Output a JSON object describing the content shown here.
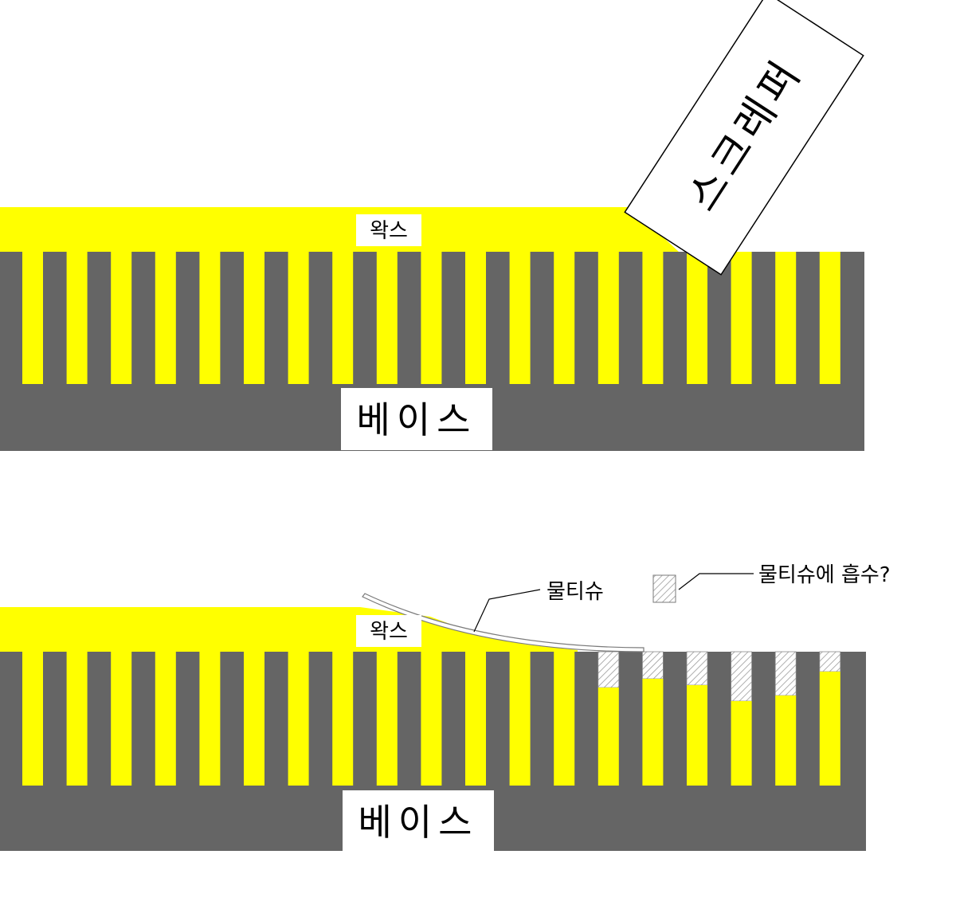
{
  "colors": {
    "wax": "#ffff00",
    "base": "#656565",
    "label_bg": "#ffffff",
    "outline": "#000000"
  },
  "top_panel": {
    "wax_label": "왁스",
    "base_label": "베이스",
    "scraper_label": "스크레퍼"
  },
  "bottom_panel": {
    "wax_label": "왁스",
    "base_label": "베이스",
    "tissue_label": "물티슈",
    "legend_label": "물티슈에 흡수?",
    "absorbed_fraction": [
      0.27,
      0.2,
      0.25,
      0.37,
      0.33,
      0.15
    ]
  }
}
